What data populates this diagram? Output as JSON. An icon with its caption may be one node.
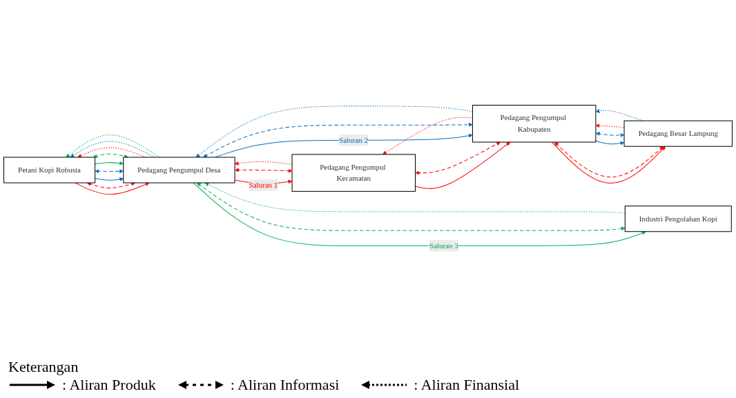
{
  "diagram": {
    "nodes": [
      {
        "text": [
          "Petani Kopi Robusta"
        ]
      },
      {
        "text": [
          "Pedagang Pengumpul Desa"
        ]
      },
      {
        "text": [
          "Pedagang Pengumpul Kecamatan"
        ]
      },
      {
        "text": [
          "Pedagang Pengumpul Kabupaten"
        ]
      },
      {
        "text": [
          "Pedagang Besar Lampung"
        ]
      },
      {
        "text": [
          "Industri Pengolahan Kopi"
        ]
      }
    ],
    "edges": [
      {
        "from": 0,
        "to": 1,
        "arrow": "to",
        "color": "#ff0000"
      },
      {
        "from": 1,
        "to": 0,
        "arrow": "to",
        "style": "dashed",
        "color": "#ff0000"
      },
      {
        "from": 0,
        "to": 1,
        "arrow": "both",
        "style": "dashed",
        "color": "#ff0000"
      },
      {
        "from": 0,
        "to": 1,
        "arrow": "to",
        "color": "#0070c0"
      },
      {
        "from": 1,
        "to": 0,
        "arrow": "to",
        "style": "dashed",
        "color": "#0070c0"
      },
      {
        "from": 0,
        "to": 1,
        "arrow": "both",
        "style": "dashed",
        "color": "#0070c0"
      },
      {
        "from": 0,
        "to": 1,
        "arrow": "to",
        "color": "#00b050"
      },
      {
        "from": 1,
        "to": 0,
        "arrow": "to",
        "style": "dashed",
        "color": "#00b050"
      },
      {
        "from": 0,
        "to": 1,
        "arrow": "both",
        "style": "dashed",
        "color": "#00b050"
      },
      {
        "from": 1,
        "to": 2,
        "arrow": "to",
        "label": "Saluran 1",
        "color": "#ff0000"
      },
      {
        "from": 2,
        "to": 1,
        "arrow": "to",
        "style": "dashed",
        "color": "#ff0000"
      },
      {
        "from": 1,
        "to": 2,
        "arrow": "both",
        "style": "dashed",
        "color": "#ff0000"
      },
      {
        "from": 2,
        "to": 3,
        "arrow": "to",
        "color": "#ff0000"
      },
      {
        "from": 3,
        "to": 2,
        "arrow": "to",
        "style": "dashed",
        "color": "#ff0000"
      },
      {
        "from": 2,
        "to": 3,
        "arrow": "both",
        "style": "dashed",
        "color": "#ff0000"
      },
      {
        "from": 3,
        "to": 4,
        "arrow": "to",
        "color": "#ff0000"
      },
      {
        "from": 4,
        "to": 3,
        "arrow": "to",
        "style": "dashed",
        "color": "#ff0000"
      },
      {
        "from": 3,
        "to": 4,
        "arrow": "both",
        "style": "dashed",
        "color": "#ff0000"
      },
      {
        "from": 1,
        "to": 3,
        "arrow": "to",
        "label": "Saluran 2",
        "color": "#0070c0"
      },
      {
        "from": 3,
        "to": 1,
        "arrow": "to",
        "style": "dashed",
        "color": "#0070c0"
      },
      {
        "from": 1,
        "to": 3,
        "arrow": "both",
        "style": "dashed",
        "color": "#0070c0"
      },
      {
        "from": 3,
        "to": 4,
        "arrow": "to",
        "color": "#0070c0"
      },
      {
        "from": 4,
        "to": 3,
        "arrow": "to",
        "style": "dashed",
        "color": "#0070c0"
      },
      {
        "from": 3,
        "to": 4,
        "arrow": "both",
        "style": "dashed",
        "color": "#0070c0"
      },
      {
        "from": 1,
        "to": 5,
        "arrow": "to",
        "label": "Saluran 3",
        "color": "#00b050"
      },
      {
        "from": 5,
        "to": 1,
        "arrow": "to",
        "style": "dashed",
        "color": "#00b050"
      },
      {
        "from": 1,
        "to": 5,
        "arrow": "both",
        "style": "dashed",
        "color": "#00b050"
      }
    ],
    "labels": [
      "Keterangan"
    ],
    "legend": [
      {
        "text": ": Aliran Produk"
      },
      {
        "text": ": Aliran Informasi"
      },
      {
        "text": ": Aliran Finansial"
      }
    ]
  }
}
